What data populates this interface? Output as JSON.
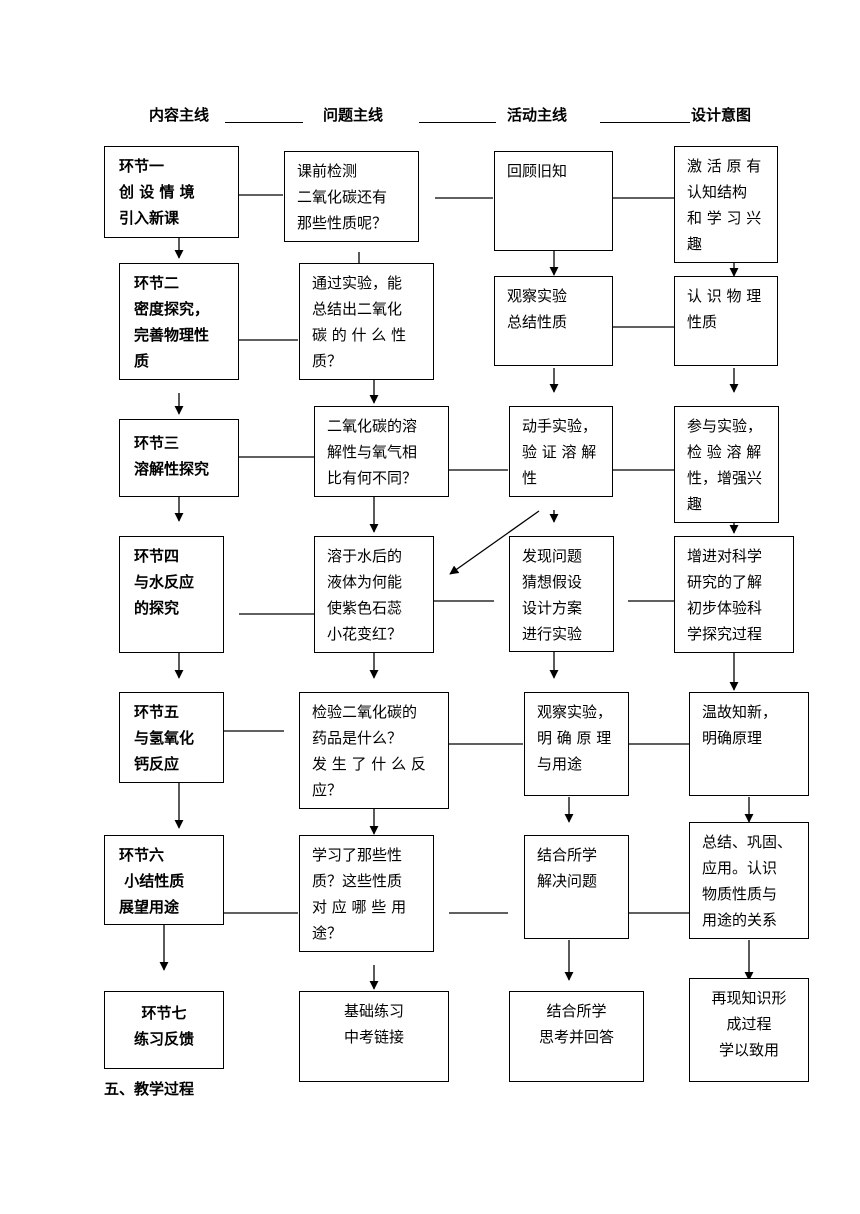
{
  "headers": [
    "内容主线",
    "问题主线",
    "活动主线",
    "设计意图"
  ],
  "stages": [
    "环节一\n创 设 情 境\n引入新课",
    "环节二\n密度探究，\n完善物理性\n质",
    "环节三\n溶解性探究",
    "环节四\n与水反应\n的探究",
    "环节五\n与氢氧化\n钙反应",
    "环节六\n 小结性质\n展望用途",
    "环节七\n练习反馈"
  ],
  "questions": [
    "课前检测\n二氧化碳还有\n那些性质呢？",
    "通过实验，能\n总结出二氧化\n碳 的 什 么 性\n质？",
    "二氧化碳的溶\n解性与氧气相\n比有何不同？",
    "溶于水后的\n液体为何能\n使紫色石蕊\n小花变红？",
    "检验二氧化碳的\n药品是什么？\n发 生 了 什 么 反\n应？",
    "学习了那些性\n质？这些性质\n对 应 哪 些 用\n途？",
    "基础练习\n中考链接"
  ],
  "activities": [
    "回顾旧知",
    "观察实验\n总结性质",
    "动手实验，\n验 证 溶 解\n性",
    "发现问题\n猜想假设\n设计方案\n进行实验",
    "观察实验，\n明 确 原 理\n与用途",
    "结合所学\n解决问题",
    "结合所学\n思考并回答"
  ],
  "intents": [
    "激 活 原 有\n认知结构\n和 学 习 兴\n趣",
    "认 识 物 理\n性质",
    "参与实验，\n检 验 溶 解\n性，增强兴\n趣",
    "增进对科学\n研究的了解\n初步体验科\n学探究过程",
    "温故知新，\n明确原理",
    "总结、巩固、\n应用。认识\n物质性质与\n用途的关系",
    "再现知识形\n成过程\n学以致用"
  ],
  "footer": "五、教学过程"
}
